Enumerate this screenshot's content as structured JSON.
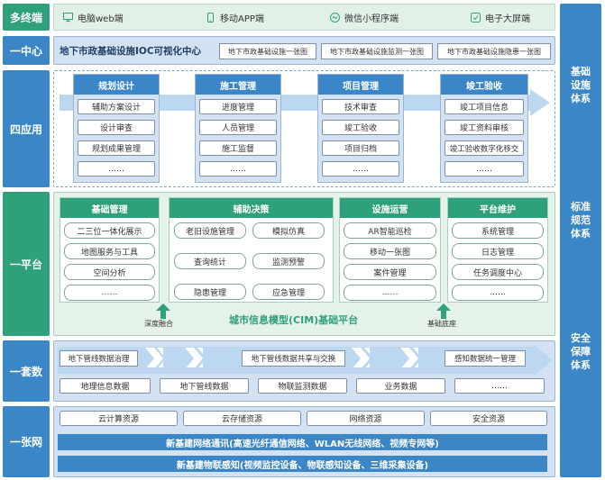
{
  "rows": {
    "terminals": "多终端",
    "center": "一中心",
    "apps": "四应用",
    "platform": "一平台",
    "data": "一套数",
    "network": "一张网"
  },
  "terminals": {
    "items": [
      "电脑web端",
      "移动APP端",
      "微信小程序端",
      "电子大屏端"
    ]
  },
  "center": {
    "title": "地下市政基础设施IOC可视化中心",
    "tabs": [
      "地下市政基础设施一张图",
      "地下市政基础设施监测一张图",
      "地下市政基础设施隐患一张图"
    ]
  },
  "apps": {
    "columns": [
      {
        "title": "规划设计",
        "items": [
          "辅助方案设计",
          "设计审查",
          "规划成果管理",
          "……"
        ]
      },
      {
        "title": "施工管理",
        "items": [
          "进度管理",
          "人员管理",
          "施工监督",
          "……"
        ]
      },
      {
        "title": "项目管理",
        "items": [
          "技术审查",
          "竣工验收",
          "项目归档",
          "……"
        ]
      },
      {
        "title": "竣工验收",
        "items": [
          "竣工项目信息",
          "竣工资料审核",
          "竣工验收数字化移交",
          "……"
        ]
      }
    ]
  },
  "platform": {
    "groups": [
      {
        "title": "基础管理",
        "items": [
          "二三位一体化展示",
          "地图服务与工具",
          "空间分析",
          "……"
        ]
      },
      {
        "title": "辅助决策",
        "items": [
          "老旧设施管理",
          "模拟仿真",
          "查询统计",
          "监测预警",
          "隐患管理",
          "应急管理"
        ]
      },
      {
        "title": "设施运营",
        "items": [
          "AR智能巡检",
          "移动一张图",
          "案件管理",
          "……"
        ]
      },
      {
        "title": "平台维护",
        "items": [
          "系统管理",
          "日志管理",
          "任务调度中心",
          "……"
        ]
      }
    ],
    "left_note": "深度融合",
    "right_note": "基础底座",
    "base_title": "城市信息模型(CIM)基础平台"
  },
  "data": {
    "flow": [
      "地下管线数据治理",
      "地下管线数据共享与交换",
      "感知数据统一管理"
    ],
    "sets": [
      "地理信息数据",
      "地下管线数据",
      "物联监测数据",
      "业务数据",
      "……"
    ]
  },
  "network": {
    "resources": [
      "云计算资源",
      "云存储资源",
      "网络资源",
      "安全资源"
    ],
    "bars": [
      "新基建网络通讯(高速光纤通信网络、WLAN无线网络、视频专网等)",
      "新基建物联感知(视频监控设备、物联感知设备、三维采集设备)"
    ]
  },
  "right": {
    "top": "基础设施体系",
    "mid": "标准规范体系",
    "bottom": "安全保障体系"
  },
  "colors": {
    "blue": "#3a86c6",
    "teal": "#2fa07c",
    "light_blue": "#d3e2f2",
    "light_green": "#d6ecdf"
  }
}
